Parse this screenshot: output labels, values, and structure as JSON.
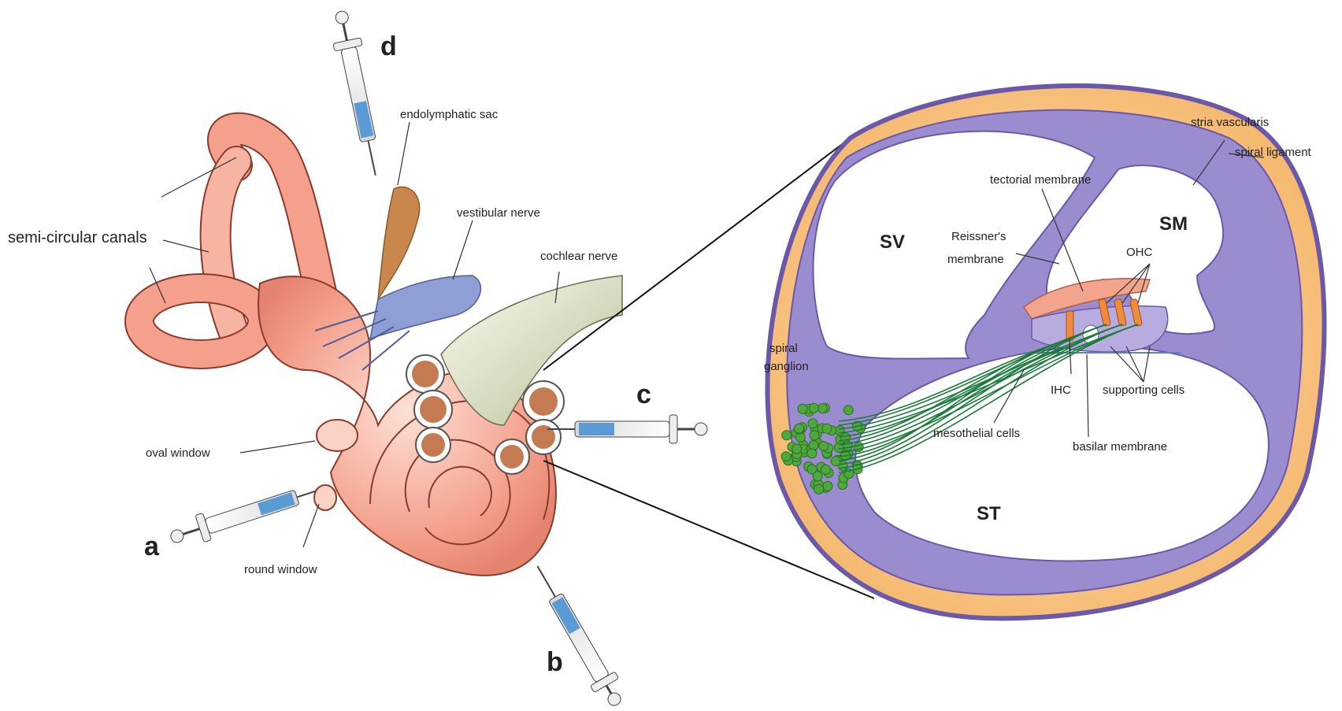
{
  "labels": {
    "semicircular": "semi-circular canals",
    "endolymphatic": "endolymphatic sac",
    "vestibular": "vestibular nerve",
    "cochlear": "cochlear nerve",
    "oval": "oval window",
    "round": "round window",
    "tectorial": "tectorial membrane",
    "reissner_1": "Reissner's",
    "reissner_2": "membrane",
    "stria": "stria vascularis",
    "ligament": "spiral ligament",
    "ohc": "OHC",
    "ihc": "IHC",
    "supporting": "supporting cells",
    "basilar": "basilar membrane",
    "mesothelial": "mesothelial cells",
    "ganglion_1": "spiral",
    "ganglion_2": "ganglion"
  },
  "regions": {
    "sv": "SV",
    "sm": "SM",
    "st": "ST"
  },
  "injection_sites": {
    "a": "a",
    "b": "b",
    "c": "c",
    "d": "d"
  },
  "colors": {
    "cochlea_fill": "#f4a08c",
    "cochlea_light": "#fbd3c6",
    "cochlea_stroke": "#8a3b2c",
    "nerve_blue": "#8f9fd6",
    "nerve_cream": "#e8e6c8",
    "sac_brown": "#c9874e",
    "ligament_orange": "#f8c780",
    "epithelium_purple": "#9a8ccf",
    "bone_outline": "#6b58a8",
    "ganglion_green": "#4fa83c",
    "fibre_green": "#1b7a3a",
    "syringe_blue": "#5a9bd6"
  }
}
